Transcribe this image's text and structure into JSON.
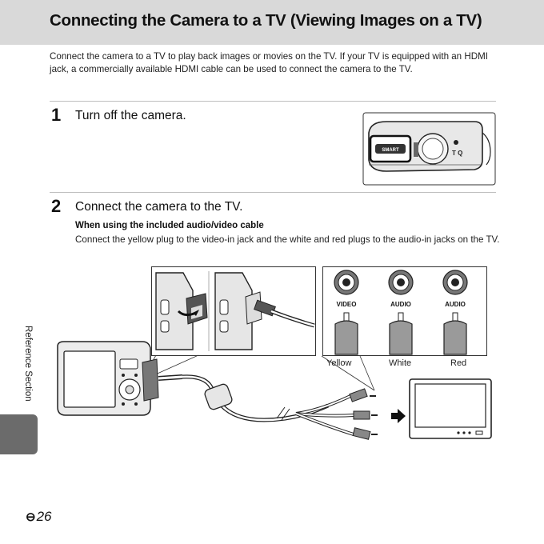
{
  "page": {
    "title": "Connecting the Camera to a TV (Viewing Images on a TV)",
    "intro": "Connect the camera to a TV to play back images or movies on the TV. If your TV is equipped with an HDMI jack, a commercially available HDMI cable can be used to connect the camera to the TV.",
    "side_label": "Reference Section",
    "footer_symbol": "⊖",
    "footer_page": "26"
  },
  "steps": [
    {
      "number": "1",
      "text": "Turn off the camera."
    },
    {
      "number": "2",
      "text": "Connect the camera to the TV."
    }
  ],
  "step2": {
    "subhead": "When using the included audio/video cable",
    "text": "Connect the yellow plug to the video-in jack and the white and red plugs to the audio-in jacks on the TV."
  },
  "jacks": [
    {
      "label": "VIDEO",
      "color_name": "Yellow"
    },
    {
      "label": "AUDIO",
      "color_name": "White"
    },
    {
      "label": "AUDIO",
      "color_name": "Red"
    }
  ],
  "camera_button_label": "SMART",
  "colors": {
    "title_bar": "#d9d9d9",
    "side_tab": "#6b6b6b"
  }
}
